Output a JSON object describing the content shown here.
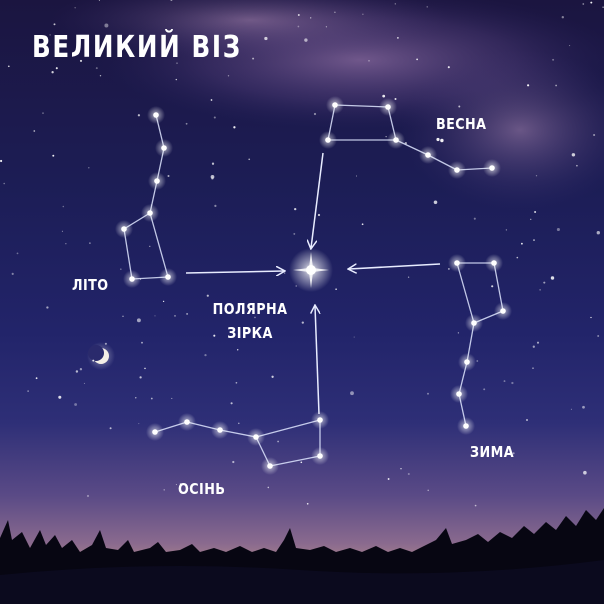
{
  "title": "ВЕЛИКИЙ ВІЗ",
  "labels": {
    "spring": "ВЕСНА",
    "summer": "ЛІТО",
    "autumn": "ОСІНЬ",
    "winter": "ЗИМА",
    "polaris_line1": "ПОЛЯРНА",
    "polaris_line2": "ЗІРКА"
  },
  "colors": {
    "star": "#ffffff",
    "arrow": "#e8ecff",
    "constellation_line": "#dfe6ff"
  }
}
